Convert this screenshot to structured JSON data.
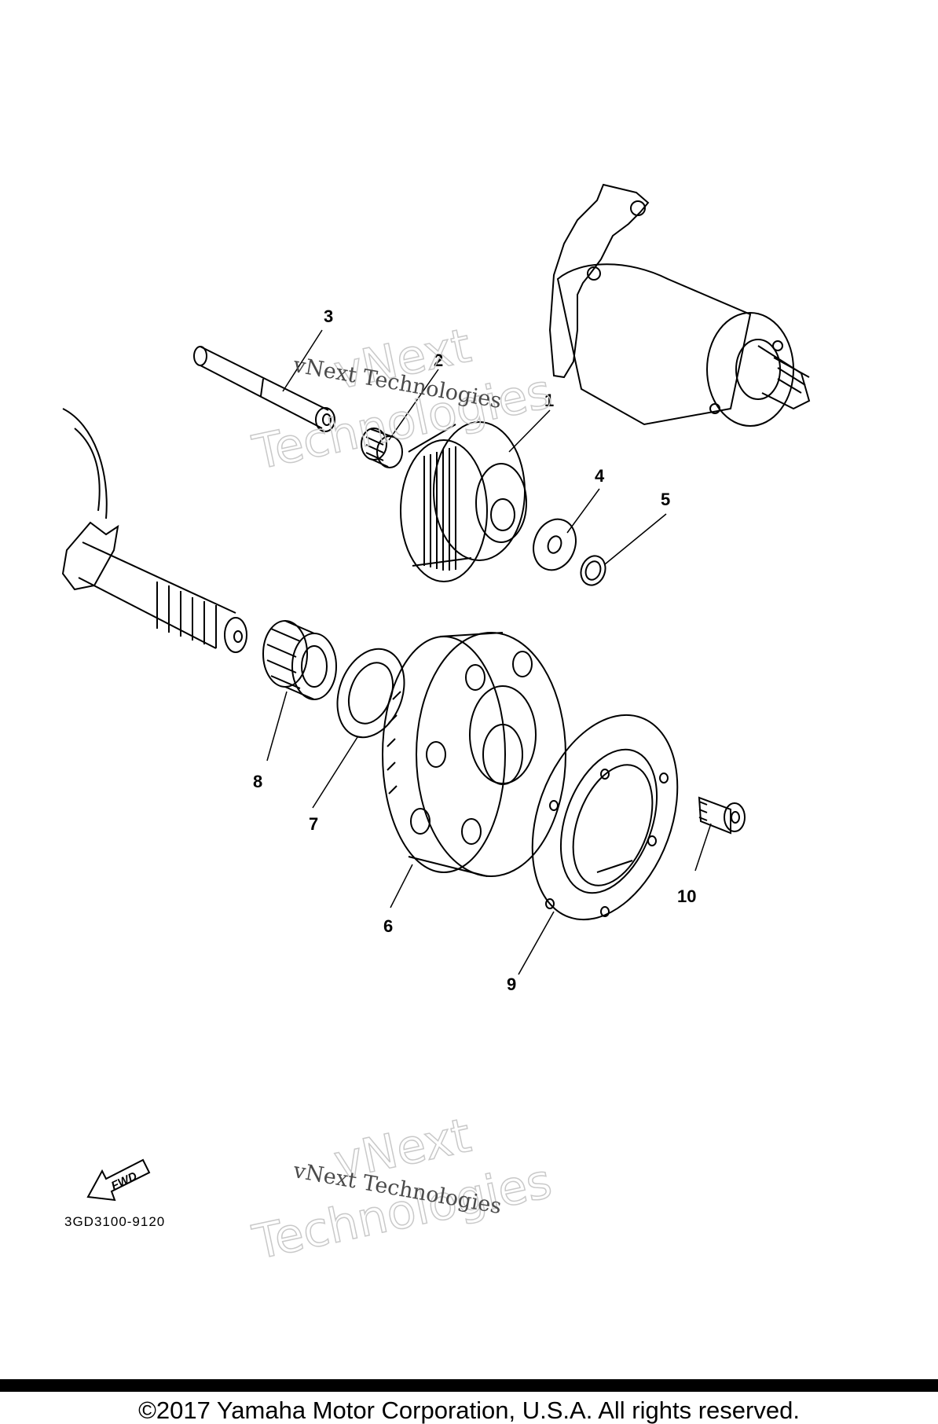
{
  "callouts": {
    "c1": "1",
    "c2": "2",
    "c3": "3",
    "c4": "4",
    "c5": "5",
    "c6": "6",
    "c7": "7",
    "c8": "8",
    "c9": "9",
    "c10": "10"
  },
  "diagram_code": "3GD3100-9120",
  "fwd_label": "FWD",
  "watermark": {
    "line1": "vNext Technologies",
    "outline_a": "vNext",
    "outline_b": "Technologies"
  },
  "copyright": "©2017 Yamaha Motor Corporation, U.S.A. All rights reserved."
}
